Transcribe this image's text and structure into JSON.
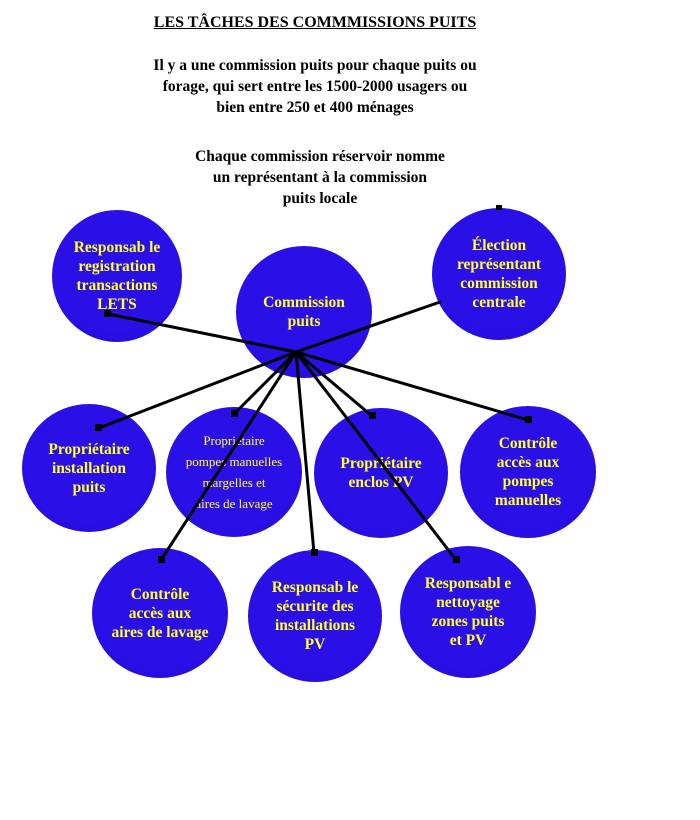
{
  "title": "LES TÂCHES DES COMMMISSIONS PUITS",
  "intro_lines": [
    "Il y a une commission puits pour chaque puits ou",
    "forage, qui sert entre les 1500-2000 usagers ou",
    "bien entre 250 et 400 ménages"
  ],
  "intro2_lines": [
    "Chaque commission réservoir nomme",
    "un représentant à la commission",
    "puits locale"
  ],
  "colors": {
    "node_fill": "#2a10e6",
    "node_text": "#ffff33",
    "connector": "#000000"
  },
  "nodes": {
    "center": {
      "lines": [
        "Commission",
        "puits"
      ]
    },
    "lets": {
      "lines": [
        "Responsab le",
        "registration",
        "transactions",
        "LETS"
      ]
    },
    "election": {
      "lines": [
        "Élection",
        "représentant",
        "commission",
        "centrale"
      ]
    },
    "installation": {
      "lines": [
        "Propriétaire",
        "installation",
        "puits"
      ]
    },
    "pompes": {
      "lines": [
        "Proprietaire",
        "pompes manuelles",
        "margelles et",
        "aires de lavage"
      ]
    },
    "enclos": {
      "lines": [
        "Propriétaire",
        "enclos PV"
      ]
    },
    "acces_pompes": {
      "lines": [
        "Contrôle",
        "accès aux",
        "pompes",
        "manuelles"
      ]
    },
    "acces_lavage": {
      "lines": [
        "Contrôle",
        "accès aux",
        "aires de lavage"
      ]
    },
    "securite": {
      "lines": [
        "Responsab le",
        "sécurite des",
        "installations",
        "PV"
      ]
    },
    "nettoyage": {
      "lines": [
        "Responsabl e",
        "nettoyage",
        "zones puits",
        "et PV"
      ]
    }
  }
}
